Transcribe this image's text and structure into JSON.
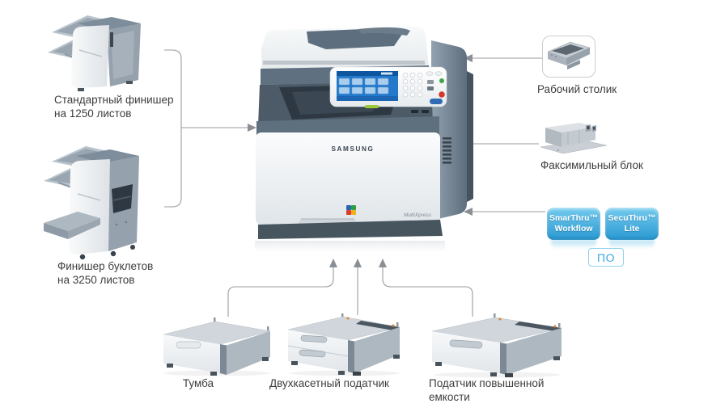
{
  "printer": {
    "brand": "SAMSUNG",
    "series": "MultiXpress"
  },
  "left_group": {
    "items": [
      {
        "label": "Стандартный финишер\nна 1250 листов"
      },
      {
        "label": "Финишер буклетов\nна 3250 листов"
      }
    ]
  },
  "right_group": {
    "worktable_label": "Рабочий столик",
    "fax_label": "Факсимильный блок",
    "software_badges": [
      {
        "label": "SmarThru™\nWorkflow"
      },
      {
        "label": "SecuThru™\nLite"
      }
    ],
    "software_category": "ПО"
  },
  "bottom_group": {
    "items": [
      {
        "label": "Тумба"
      },
      {
        "label": "Двухкасетный податчик"
      },
      {
        "label": "Податчик повышенной\nемкости"
      }
    ]
  },
  "colors": {
    "badge_blue_top": "#74cbee",
    "badge_blue_bottom": "#2a99d2",
    "po_border": "#8fd2f0",
    "po_text": "#3aa6dc",
    "connector_gray": "#9b9b9b",
    "label_text": "#3d3d3d",
    "printer_slate": "#5f7081"
  }
}
